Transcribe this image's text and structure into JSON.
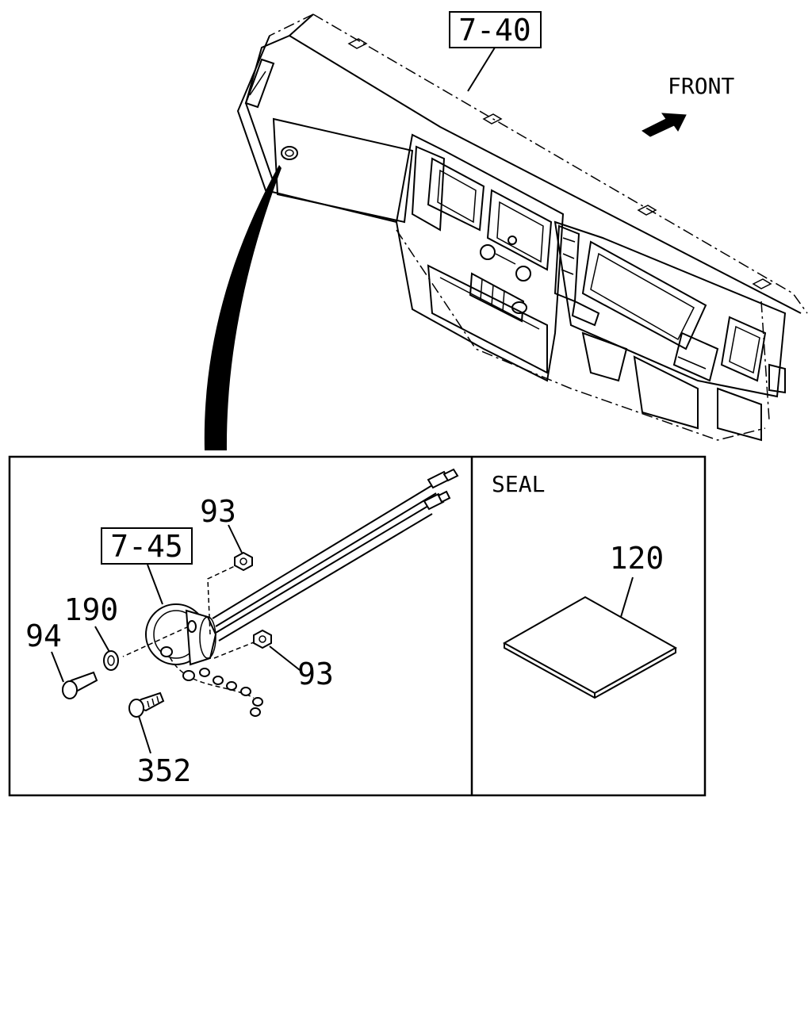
{
  "callouts": {
    "dashboard_ref": "7-40",
    "front": "FRONT",
    "assembly_ref": "7-45",
    "nut_upper": "93",
    "nut_lower": "93",
    "washer": "190",
    "bolt": "94",
    "screw": "352",
    "seal_title": "SEAL",
    "seal_part": "120"
  }
}
